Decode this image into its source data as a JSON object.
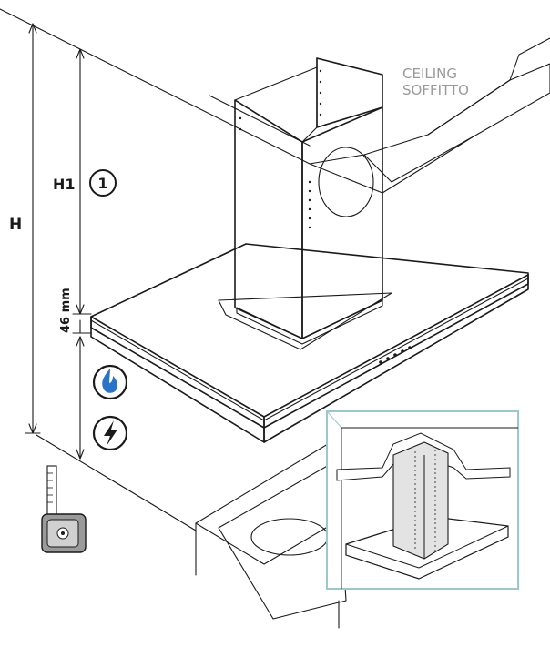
{
  "labels": {
    "ceiling_en": "CEILING",
    "ceiling_it": "SOFFITTO",
    "dim_h": "H",
    "dim_h1": "H1",
    "step_number": "1",
    "dim_46": "46 mm"
  },
  "icons": {
    "gas": "gas-flame-icon",
    "electric": "electricity-icon",
    "measure": "tape-measure-icon"
  },
  "colors": {
    "chimney": "#dde6ea",
    "inset_frame": "#9cc7cc",
    "icon_blue": "#2a74c7",
    "hob": "#8f8f8f",
    "label_gray": "#9a9a9a"
  }
}
